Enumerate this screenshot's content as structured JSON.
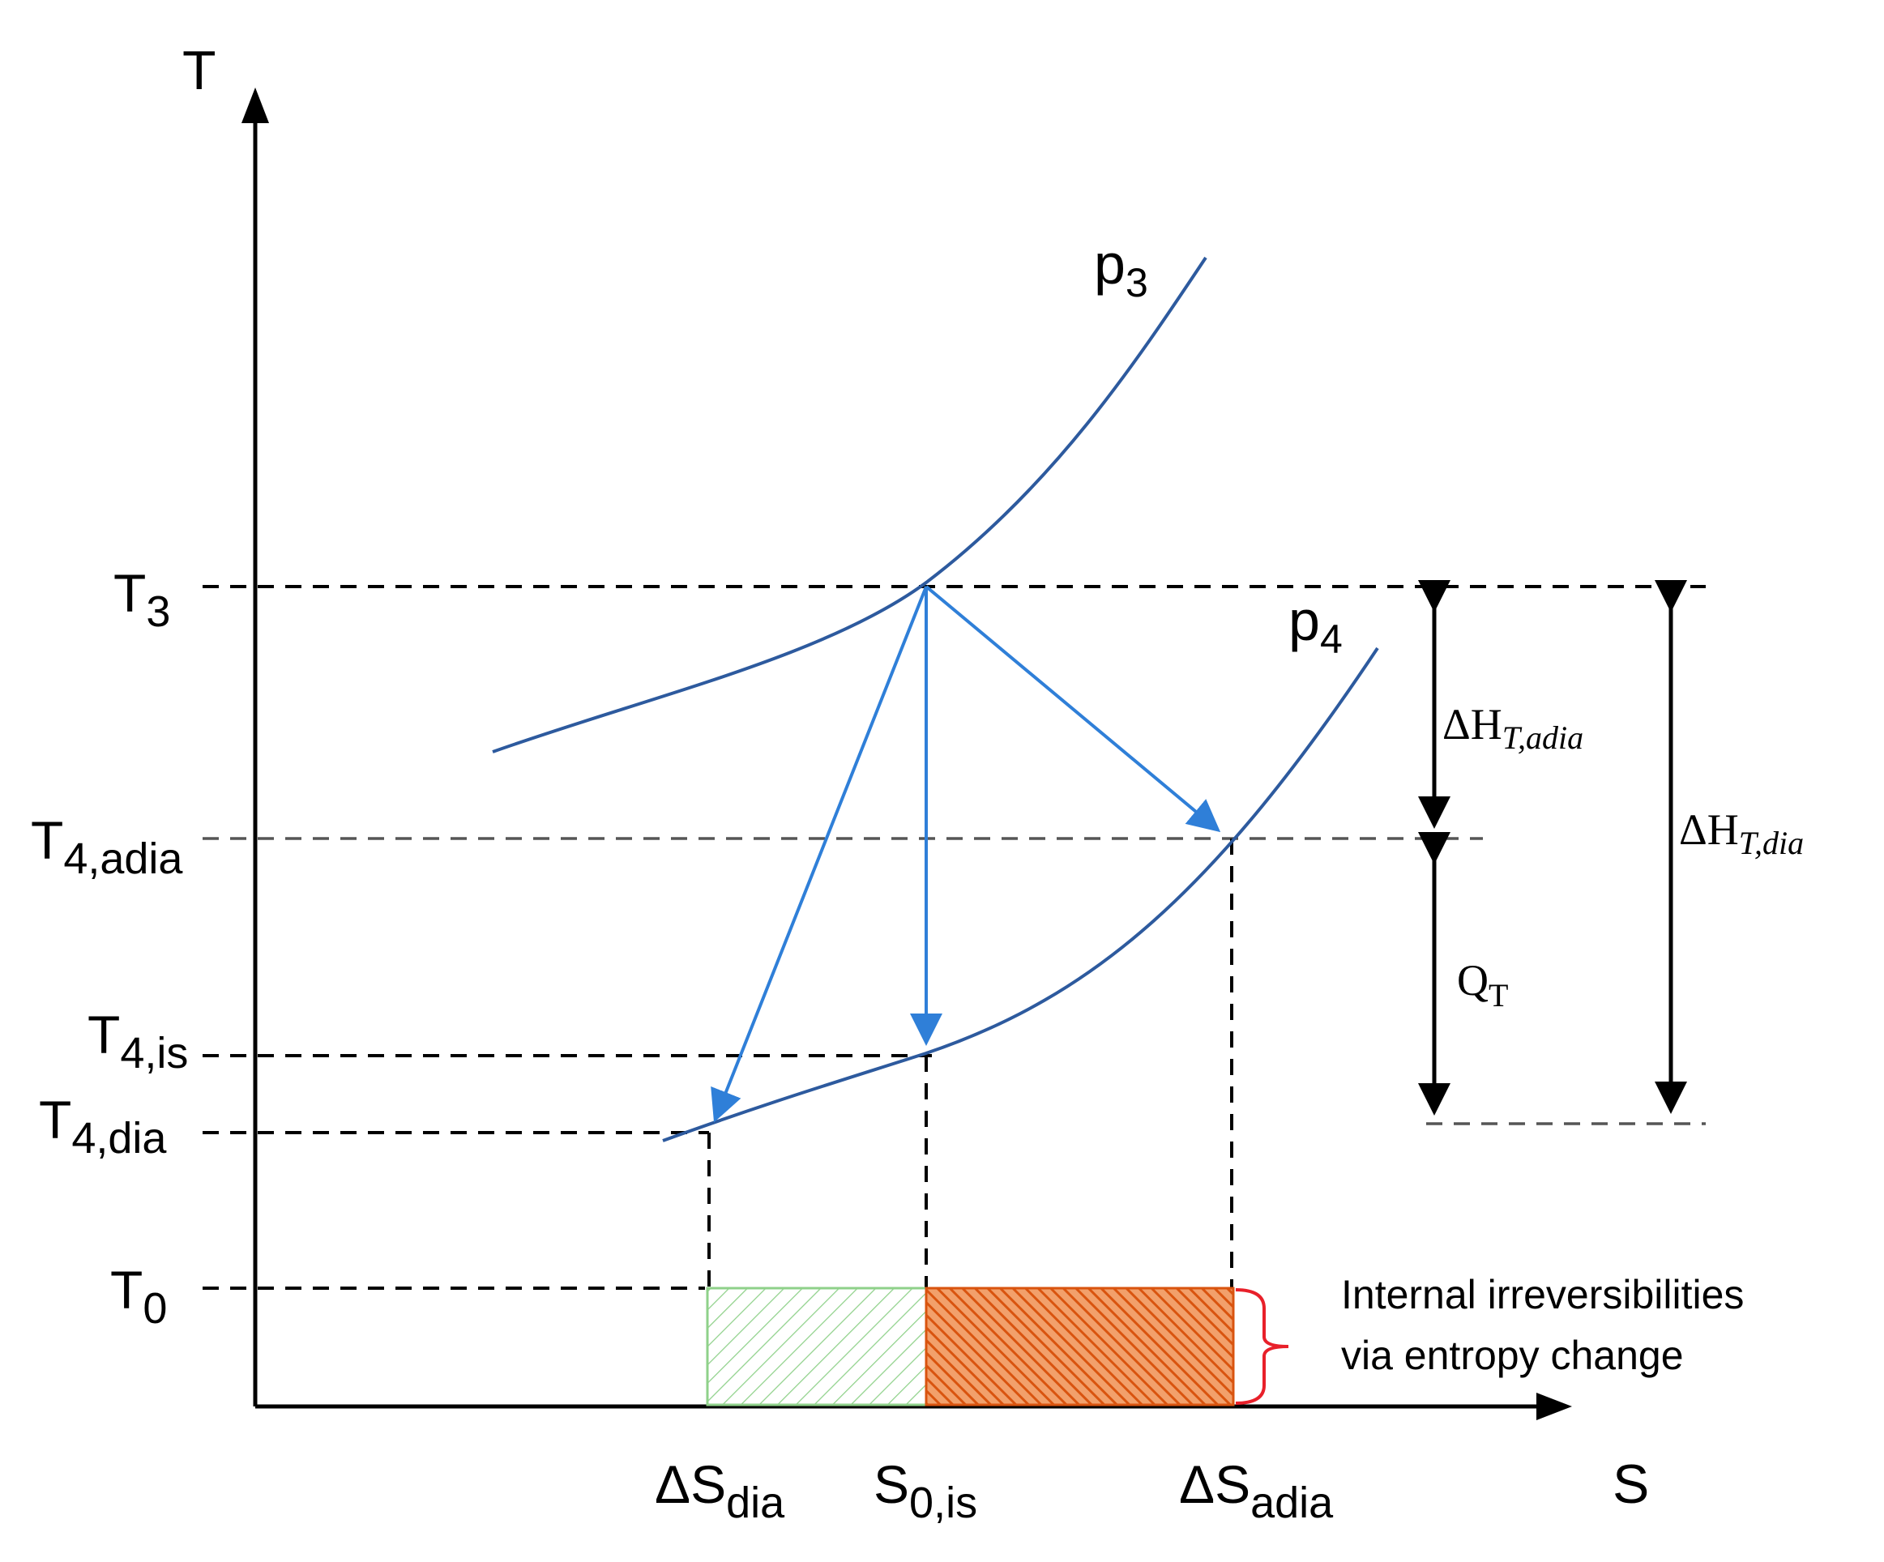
{
  "axes": {
    "y_label": "T",
    "x_label": "S"
  },
  "curves": {
    "p3": {
      "base": "p",
      "sub": "3"
    },
    "p4": {
      "base": "p",
      "sub": "4"
    }
  },
  "temperature_levels": [
    {
      "id": "T3",
      "base": "T",
      "sub": "3"
    },
    {
      "id": "T4adia",
      "base": "T",
      "sub": "4,adia"
    },
    {
      "id": "T4is",
      "base": "T",
      "sub": "4,is"
    },
    {
      "id": "T4dia",
      "base": "T",
      "sub": "4,dia"
    },
    {
      "id": "T0",
      "base": "T",
      "sub": "0"
    }
  ],
  "entropy_levels": [
    {
      "id": "dSdia",
      "base": "ΔS",
      "sub": "dia"
    },
    {
      "id": "S0is",
      "base": "S",
      "sub": "0,is"
    },
    {
      "id": "dSadia",
      "base": "ΔS",
      "sub": "adia"
    }
  ],
  "dimensions": {
    "dH_adia": {
      "base": "ΔH",
      "sub": "T,adia"
    },
    "dH_dia": {
      "base": "ΔH",
      "sub": "T,dia"
    },
    "Q_T": {
      "base": "Q",
      "sub": "T"
    }
  },
  "annotation": {
    "line1": "Internal irreversibilities",
    "line2": "via  entropy change"
  },
  "colors": {
    "curve": "#2d5a9e",
    "process_arrow": "#2f7fd8",
    "green_hatch": "#8fd18a",
    "orange_hatch": "#e2621b",
    "brace": "#e8202a"
  }
}
